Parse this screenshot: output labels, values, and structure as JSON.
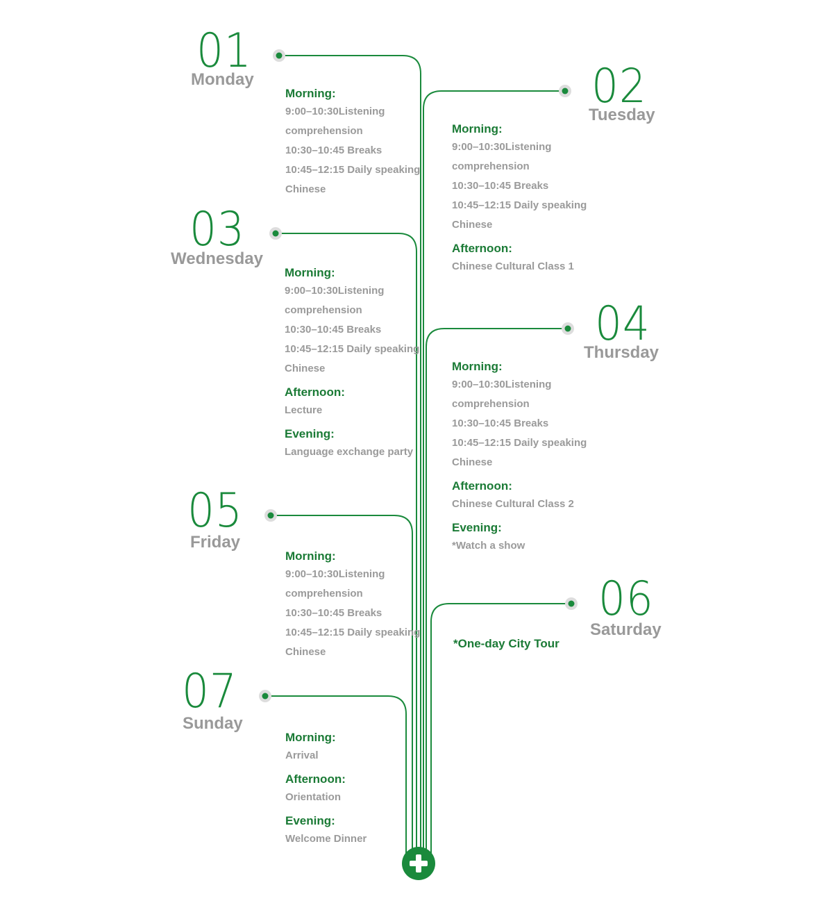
{
  "days": [
    {
      "number": "01",
      "name": "Monday",
      "sections": [
        {
          "title": "Morning:",
          "items": [
            "9:00–10:30Listening comprehension",
            "10:30–10:45 Breaks",
            "10:45–12:15 Daily speaking Chinese"
          ]
        }
      ]
    },
    {
      "number": "02",
      "name": "Tuesday",
      "sections": [
        {
          "title": "Morning:",
          "items": [
            "9:00–10:30Listening comprehension",
            "10:30–10:45 Breaks",
            "10:45–12:15 Daily speaking Chinese"
          ]
        },
        {
          "title": "Afternoon:",
          "items": [
            "Chinese Cultural Class 1"
          ]
        }
      ]
    },
    {
      "number": "03",
      "name": "Wednesday",
      "sections": [
        {
          "title": "Morning:",
          "items": [
            "9:00–10:30Listening comprehension",
            "10:30–10:45 Breaks",
            "10:45–12:15 Daily speaking Chinese"
          ]
        },
        {
          "title": "Afternoon:",
          "items": [
            "Lecture"
          ]
        },
        {
          "title": "Evening:",
          "items": [
            "Language exchange party"
          ]
        }
      ]
    },
    {
      "number": "04",
      "name": "Thursday",
      "sections": [
        {
          "title": "Morning:",
          "items": [
            "9:00–10:30Listening comprehension",
            "10:30–10:45 Breaks",
            "10:45–12:15 Daily speaking Chinese"
          ]
        },
        {
          "title": "Afternoon:",
          "items": [
            "Chinese Cultural Class 2"
          ]
        },
        {
          "title": "Evening:",
          "items": [
            "*Watch a show"
          ]
        }
      ]
    },
    {
      "number": "05",
      "name": "Friday",
      "sections": [
        {
          "title": "Morning:",
          "items": [
            "9:00–10:30Listening comprehension",
            "10:30–10:45 Breaks",
            "10:45–12:15 Daily speaking Chinese"
          ]
        }
      ]
    },
    {
      "number": "06",
      "name": "Saturday",
      "special": "*One-day City Tour",
      "sections": []
    },
    {
      "number": "07",
      "name": "Sunday",
      "sections": [
        {
          "title": "Morning:",
          "items": [
            "Arrival"
          ]
        },
        {
          "title": "Afternoon:",
          "items": [
            "Orientation"
          ]
        },
        {
          "title": "Evening:",
          "items": [
            "Welcome Dinner"
          ]
        }
      ]
    }
  ],
  "colors": {
    "accent": "#1a8a3c",
    "label": "#1a7a35",
    "text": "#9a9a9a",
    "dot_ring": "#dddddd"
  },
  "icons": {
    "hub": "plus-icon"
  }
}
